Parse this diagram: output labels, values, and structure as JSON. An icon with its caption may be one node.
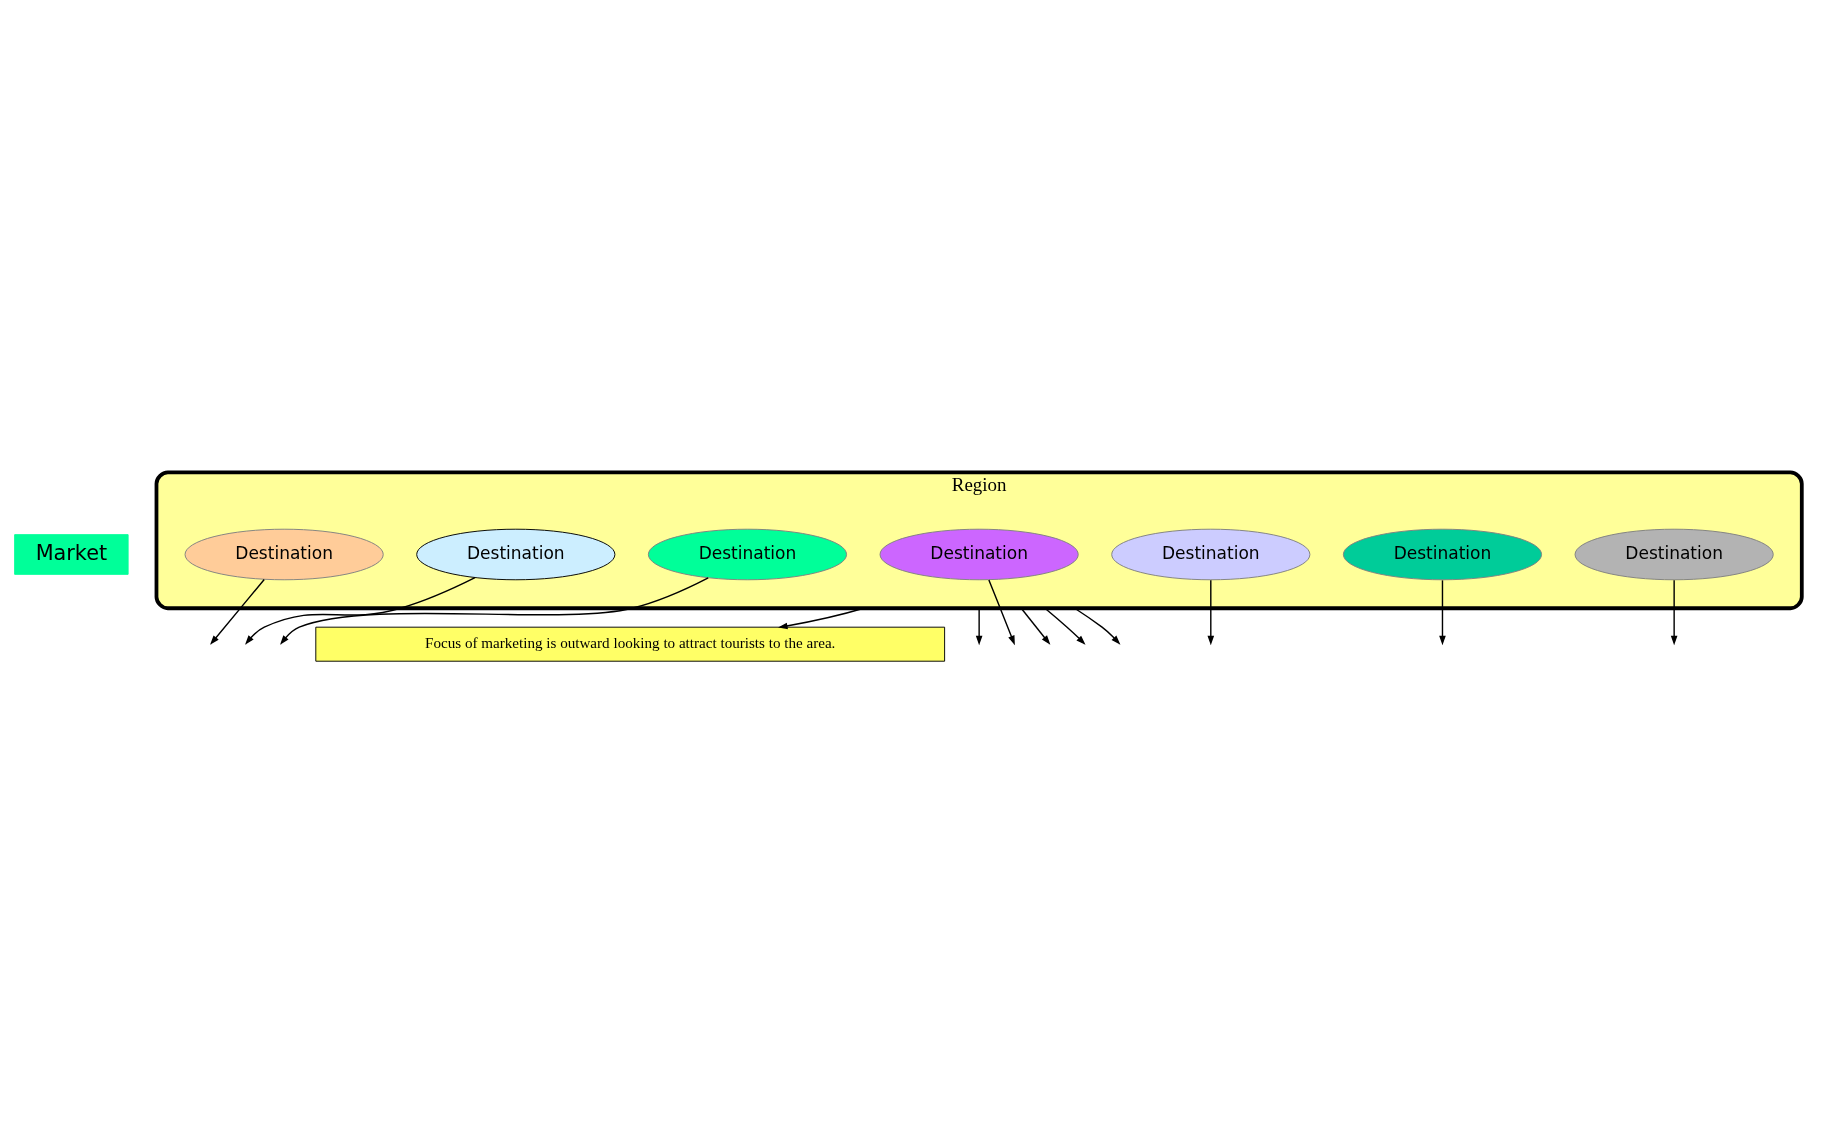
{
  "diagram": {
    "nodes": [
      {
        "text": [
          "Market"
        ]
      },
      {
        "text": [
          "Focus of marketing is outward looking to attract tourists to the area."
        ]
      },
      {
        "text": [
          "Region"
        ]
      },
      {
        "text": [
          "Destination"
        ],
        "in": 2
      },
      {
        "text": [
          "Destination"
        ],
        "in": 2
      },
      {
        "text": [
          "Destination"
        ],
        "in": 2
      },
      {
        "text": [
          "Destination"
        ],
        "in": 2
      },
      {
        "text": [
          "Destination"
        ],
        "in": 2
      },
      {
        "text": [
          "Destination"
        ],
        "in": 2
      },
      {
        "text": [
          "Destination"
        ],
        "in": 2
      }
    ],
    "edges": [
      {
        "from": 3,
        "to": null,
        "arrow": "to"
      },
      {
        "from": 2,
        "to": 1,
        "arrow": "to"
      },
      {
        "from": 4,
        "to": null,
        "arrow": "to"
      },
      {
        "from": 2,
        "to": null,
        "arrow": "to"
      },
      {
        "from": 5,
        "to": null,
        "arrow": "to"
      },
      {
        "from": 7,
        "to": null,
        "arrow": "to"
      },
      {
        "from": 6,
        "to": null,
        "arrow": "to"
      },
      {
        "from": 2,
        "to": null,
        "arrow": "to"
      },
      {
        "from": 8,
        "to": null,
        "arrow": "to"
      },
      {
        "from": 9,
        "to": null,
        "arrow": "to"
      },
      {
        "from": 2,
        "to": null,
        "arrow": "to"
      },
      {
        "from": 2,
        "to": null,
        "arrow": "to"
      }
    ]
  }
}
